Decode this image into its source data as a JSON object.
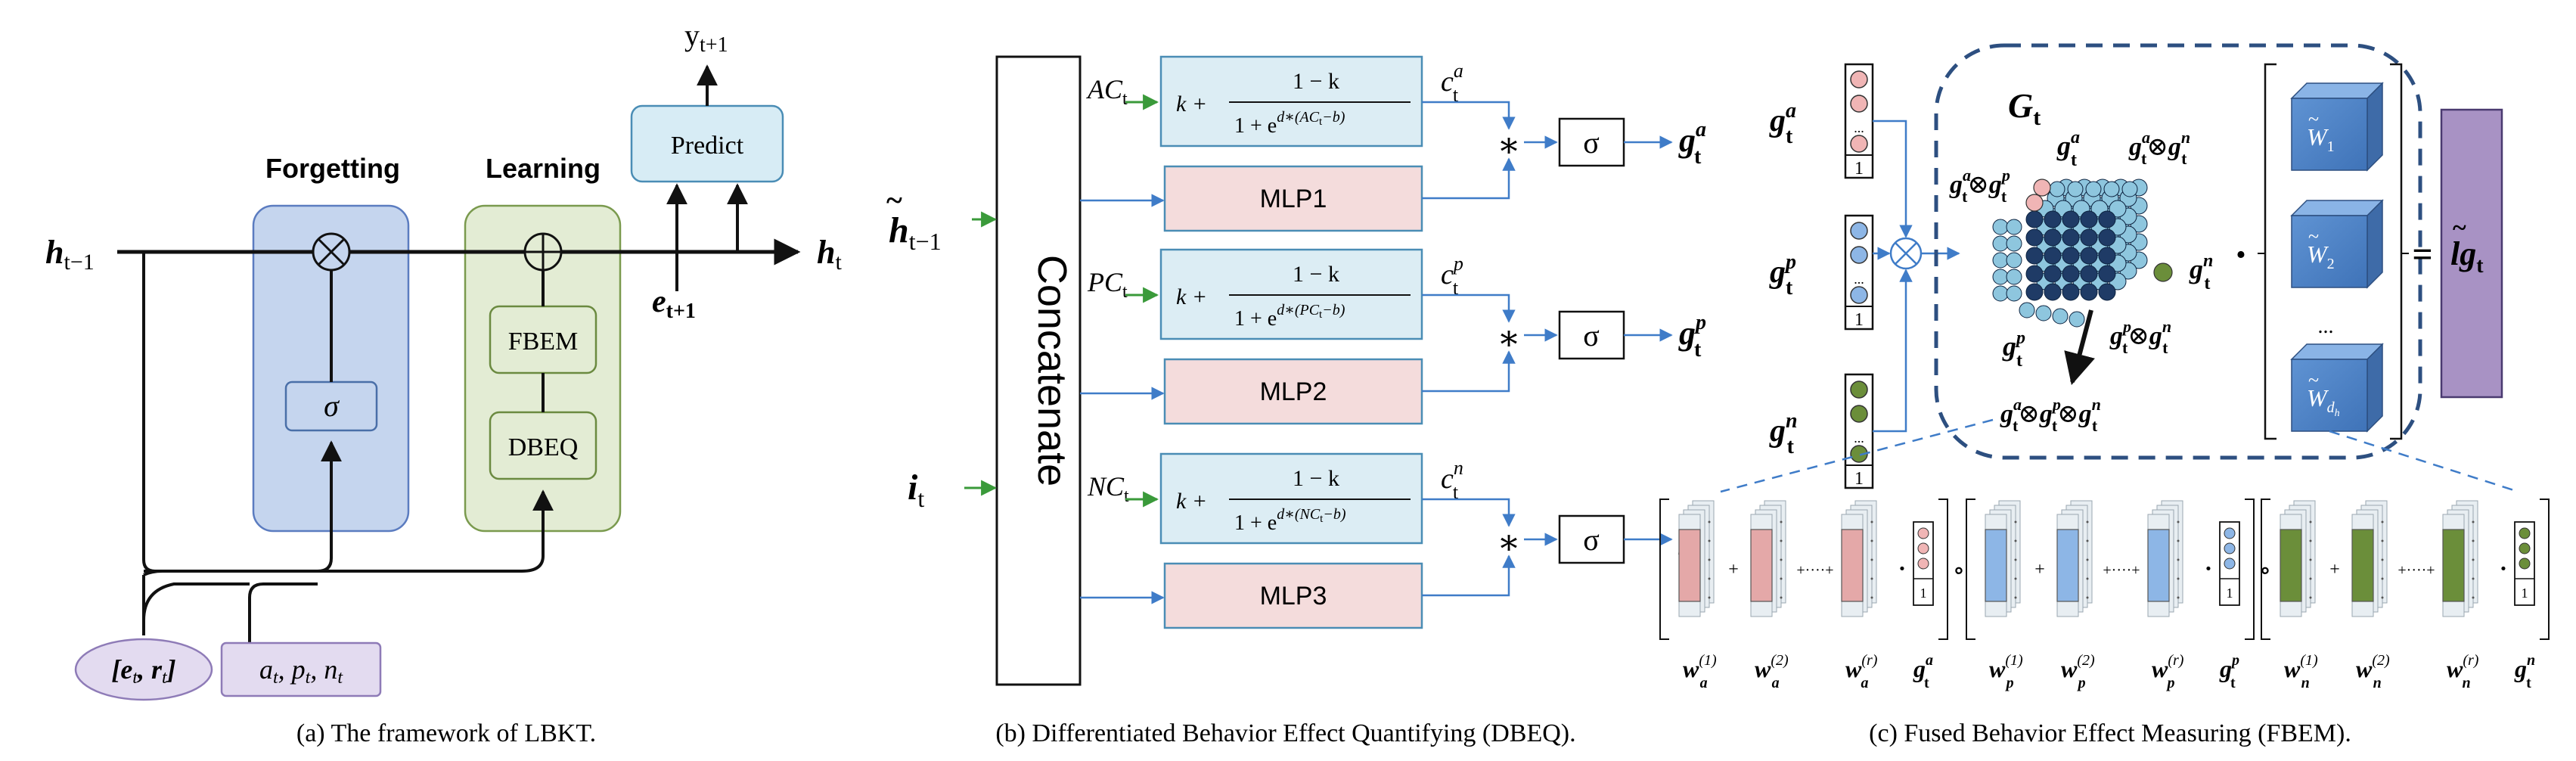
{
  "panel_a": {
    "caption": "(a)  The framework of LBKT.",
    "forgetting_label": "Forgetting",
    "learning_label": "Learning",
    "predict_label": "Predict",
    "fbem_label": "FBEM",
    "dbeq_label": "DBEQ",
    "sigma": "σ",
    "h_prev": "h",
    "h_prev_sub": "t−1",
    "h_t": "h",
    "h_t_sub": "t",
    "e_next": "e",
    "e_next_sub": "t+1",
    "y_next": "y",
    "y_next_sub": "t+1",
    "input_er": "[e, r]",
    "input_er_er": "[e",
    "input_er_t1": "t",
    "input_er_r": ", r",
    "input_er_t2": "t",
    "input_er_close": "]",
    "input_apn_a": "a",
    "input_apn_p": ", p",
    "input_apn_n": ", n",
    "input_apn_sub": "t"
  },
  "panel_b": {
    "caption": "(b)  Differentiated Behavior Effect Quantifying (DBEQ).",
    "concat_label": "Concatenate",
    "h_tilde": "h",
    "h_tilde_sub": "t−1",
    "i_t": "i",
    "i_t_sub": "t",
    "rows": [
      {
        "input": "AC",
        "formula_k": "k  +",
        "num": "1 − k",
        "den_base": "1 + e",
        "den_exp": "d∗(AC",
        "den_exp2": "−b)",
        "c_sup": "a",
        "mlp": "MLP1",
        "g_sup": "a"
      },
      {
        "input": "PC",
        "formula_k": "k  +",
        "num": "1 − k",
        "den_base": "1 + e",
        "den_exp": "d∗(PC",
        "den_exp2": "−b)",
        "c_sup": "p",
        "mlp": "MLP2",
        "g_sup": "p"
      },
      {
        "input": "NC",
        "formula_k": "k  +",
        "num": "1 − k",
        "den_base": "1 + e",
        "den_exp": "d∗(NC",
        "den_exp2": "−b)",
        "c_sup": "n",
        "mlp": "MLP3",
        "g_sup": "n"
      }
    ],
    "c_base": "c",
    "t_sub": "t",
    "g_base": "g",
    "star": "∗",
    "sigma": "σ"
  },
  "panel_c": {
    "caption": "(c)  Fused Behavior Effect Measuring (FBEM).",
    "g_base": "g",
    "sup_a": "a",
    "sup_p": "p",
    "sup_n": "n",
    "t_sub": "t",
    "otimes": "⊗",
    "one": "1",
    "dots": "...",
    "G_t": "G",
    "dot_op": "·",
    "equals": "=",
    "lg_label": "lg",
    "W_base": "W",
    "W_subs": [
      "1",
      "2",
      "d"
    ],
    "W_sub_h": "h",
    "ellipsis": "...",
    "ga_gp": "g⊗g",
    "ga_gn": "g⊗g",
    "gp_gn": "g⊗g",
    "gapn": "g⊗g⊗g",
    "w_base": "w",
    "w_sups": [
      "(1)",
      "(2)",
      "(r)"
    ],
    "plus": "+",
    "ellip_plus": "+····+",
    "circ": "∘"
  },
  "colors": {
    "forgetting_fill": "#c5d5ee",
    "forgetting_stroke": "#5b7cc0",
    "learning_fill": "#e3ecd4",
    "learning_stroke": "#7a9a4e",
    "predict_fill": "#d7ecf5",
    "predict_stroke": "#4a8db5",
    "formula_fill": "#dcedf4",
    "formula_stroke": "#4a8db5",
    "mlp_fill": "#f4dcdc",
    "mlp_stroke": "#4a8db5",
    "input_fill": "#e3dbf0",
    "input_stroke": "#8e7bb7",
    "green_arrow": "#3a9a3a",
    "blue_arrow": "#3f7cc8",
    "cube_fill": "#5b8fd0",
    "purple": "#a892c4",
    "node_dark": "#1f3b66",
    "node_light": "#8ec6de",
    "node_pink": "#f0b5b5",
    "node_blue": "#8db6e6",
    "node_green": "#6b8e3a"
  }
}
